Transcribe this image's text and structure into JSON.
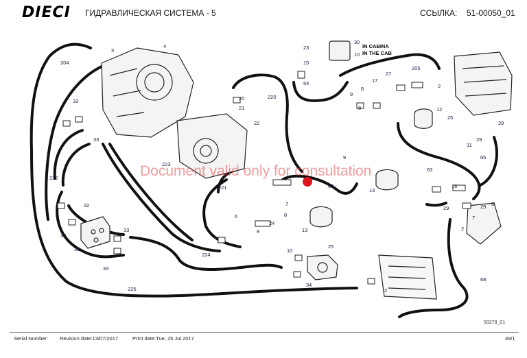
{
  "header": {
    "logo": "DIECI",
    "title": "ГИДРАВЛИЧЕСКАЯ СИСТЕМА - 5",
    "ref_label": "ССЫЛКА:",
    "ref_value": "51-00050_01"
  },
  "diagram": {
    "callouts": [
      "204",
      "3",
      "4",
      "33",
      "33",
      "222",
      "223",
      "22",
      "20",
      "21",
      "220",
      "23",
      "15",
      "30",
      "10",
      "64",
      "205",
      "27",
      "17",
      "8",
      "9",
      "2",
      "12",
      "25",
      "29",
      "11",
      "29",
      "65",
      "13",
      "9",
      "6",
      "63",
      "221",
      "69",
      "16",
      "29",
      "24",
      "8",
      "7",
      "33",
      "31",
      "32",
      "32",
      "224",
      "33",
      "225",
      "10",
      "34",
      "2",
      "68",
      "2",
      "8",
      "13",
      "25",
      "6",
      "29",
      "7",
      "8"
    ],
    "cab_label_1": "IN CABINA",
    "cab_label_2": "IN THE CAB",
    "drawing_id": "50278_01"
  },
  "watermark": "Document valid only for consultation",
  "footer": {
    "serial": "Serial Number:",
    "revision": "Revision date:13/07/2017",
    "print": "Print date:Tue, 25 Jul 2017",
    "page": "48/1"
  }
}
